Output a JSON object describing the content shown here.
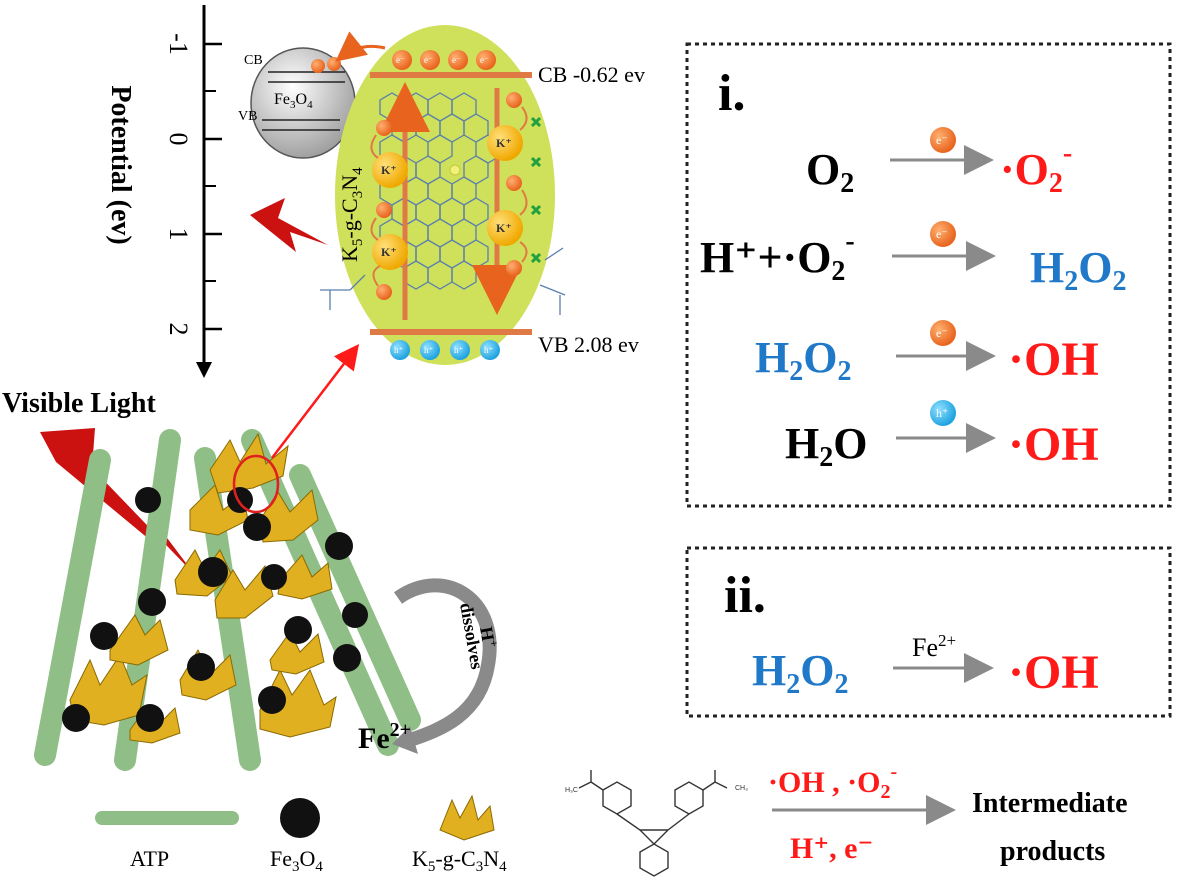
{
  "colors": {
    "ellipse": "#cfe05a",
    "band": "#e07a45",
    "electron": "#e8641e",
    "hole": "#1fa3e0",
    "potassium": "#f2b21a",
    "red_text": "#ff1a1a",
    "blue_text": "#1f78c8",
    "atp": "#8fbf86",
    "fe3o4": "#111111",
    "k5gcn": "#e0b020",
    "lightning": "#cc1111",
    "arrow_gray": "#8a8a8a"
  },
  "potential_axis": {
    "label": "Potential (ev)",
    "ticks": [
      "-1",
      "0",
      "1",
      "2"
    ]
  },
  "fe3o4_particle": {
    "cb": "CB",
    "vb": "VB",
    "name_main": "Fe",
    "name_sub1": "3",
    "name_o": "O",
    "name_sub2": "4"
  },
  "band_labels": {
    "cb": "CB  -0.62 ev",
    "vb": "VB   2.08 ev"
  },
  "k5gcn_vertical": {
    "k": "K",
    "k_sub": "5",
    "mid": "-g-C",
    "c_sub": "3",
    "n": "N",
    "n_sub": "4"
  },
  "particles": {
    "electron": "e⁻",
    "hole": "h⁺",
    "potassium": "K⁺"
  },
  "visible_light": "Visible Light",
  "dissolve": {
    "h": "H",
    "h_sup": "+",
    "word": "dissolves"
  },
  "fe2_product": {
    "main": "Fe",
    "sup": "2+"
  },
  "legend": {
    "atp": "ATP",
    "fe3o4": {
      "main": "Fe",
      "sub1": "3",
      "o": "O",
      "sub2": "4"
    },
    "k5gcn": {
      "k": "K",
      "k_sub": "5",
      "mid": "-g-C",
      "c_sub": "3",
      "n": "N",
      "n_sub": "4"
    }
  },
  "panel_i": {
    "label": "i.",
    "reactions": [
      {
        "left": "O",
        "left_sub": "2",
        "catalyst": "e⁻",
        "right": "·O",
        "right_sub": "2",
        "right_sup": "-"
      },
      {
        "left": "H⁺+·O",
        "left_sub": "2",
        "left_sup": "-",
        "catalyst": "e⁻",
        "right": "H",
        "right_sub": "2",
        "right_tail": "O",
        "right_tail_sub": "2"
      },
      {
        "left": "H",
        "left_sub": "2",
        "left_tail": "O",
        "left_tail_sub": "2",
        "catalyst": "e⁻",
        "right": "·OH"
      },
      {
        "left": "H",
        "left_sub": "2",
        "left_tail": "O",
        "catalyst": "h⁺",
        "right": "·OH"
      }
    ]
  },
  "panel_ii": {
    "label": "ii.",
    "reaction": {
      "left": "H",
      "left_sub": "2",
      "left_tail": "O",
      "left_tail_sub": "2",
      "catalyst": "Fe",
      "catalyst_sup": "2+",
      "right": "·OH"
    }
  },
  "degradation": {
    "above_arrow": "·OH , ·O",
    "above_sub": "2",
    "above_sup": "-",
    "below_arrow": "H⁺, e⁻",
    "product_line1": "Intermediate",
    "product_line2": "products"
  }
}
